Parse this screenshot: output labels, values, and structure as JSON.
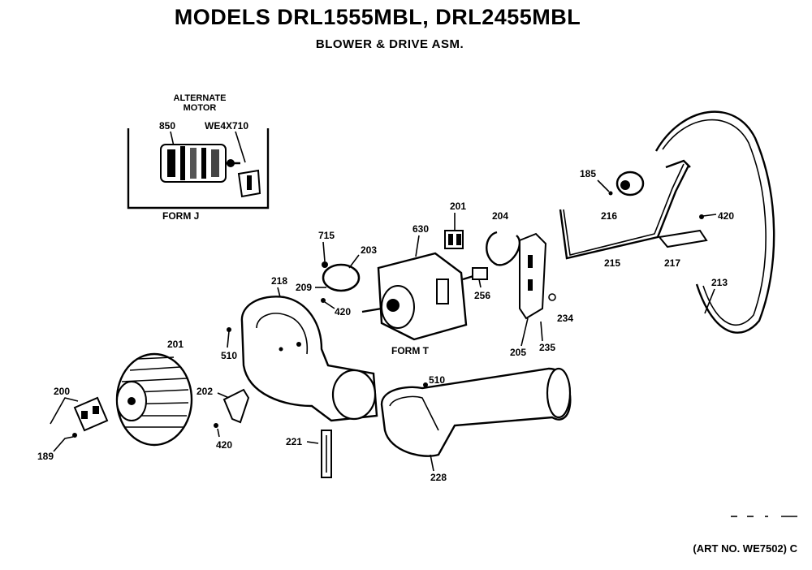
{
  "header": {
    "title": "MODELS DRL1555MBL, DRL2455MBL",
    "subtitle": "BLOWER & DRIVE ASM."
  },
  "inset": {
    "heading_line1": "ALTERNATE",
    "heading_line2": "MOTOR",
    "form_label": "FORM J",
    "part_motor": "850",
    "part_kit": "WE4X710"
  },
  "labels": {
    "p185": "185",
    "p216": "216",
    "p420a": "420",
    "p215": "215",
    "p217": "217",
    "p213": "213",
    "p201top": "201",
    "p204": "204",
    "p630": "630",
    "p715": "715",
    "p203": "203",
    "p209": "209",
    "p420b": "420",
    "p256": "256",
    "p234": "234",
    "p205": "205",
    "p235": "235",
    "p218": "218",
    "p510a": "510",
    "p201": "201",
    "p202": "202",
    "p420c": "420",
    "p200": "200",
    "p189": "189",
    "p221": "221",
    "p510b": "510",
    "p228": "228",
    "form_t": "FORM T"
  },
  "footer": {
    "art_no": "(ART NO. WE7502) C"
  }
}
